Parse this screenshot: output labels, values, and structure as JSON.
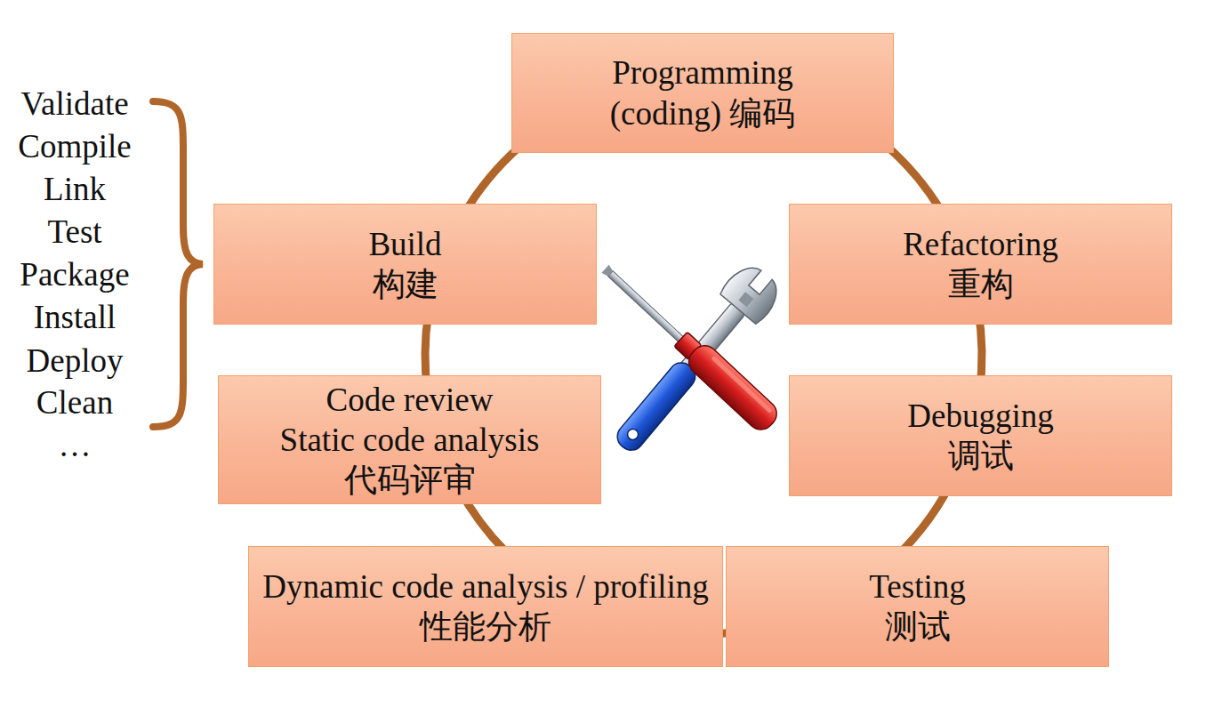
{
  "diagram": {
    "nodes": [
      {
        "text": [
          "Programming",
          "(coding) 编码"
        ]
      },
      {
        "text": [
          "Refactoring",
          "重构"
        ]
      },
      {
        "text": [
          "Debugging",
          "调试"
        ]
      },
      {
        "text": [
          "Testing",
          "测试"
        ]
      },
      {
        "text": [
          "Dynamic code analysis / profiling",
          "性能分析"
        ]
      },
      {
        "text": [
          "Code review",
          "Static code analysis",
          "代码评审"
        ]
      },
      {
        "text": [
          "Build",
          "构建"
        ]
      }
    ],
    "edges": [
      {
        "from": 0,
        "to": 1,
        "arrow": "none"
      },
      {
        "from": 1,
        "to": 2,
        "arrow": "none"
      },
      {
        "from": 2,
        "to": 3,
        "arrow": "none"
      },
      {
        "from": 3,
        "to": 4,
        "arrow": "none"
      },
      {
        "from": 4,
        "to": 5,
        "arrow": "none"
      },
      {
        "from": 5,
        "to": 6,
        "arrow": "none"
      },
      {
        "from": 6,
        "to": 0,
        "arrow": "none"
      }
    ],
    "labels": [
      "Validate",
      "Compile",
      "Link",
      "Test",
      "Package",
      "Install",
      "Deploy",
      "Clean",
      "…"
    ]
  }
}
